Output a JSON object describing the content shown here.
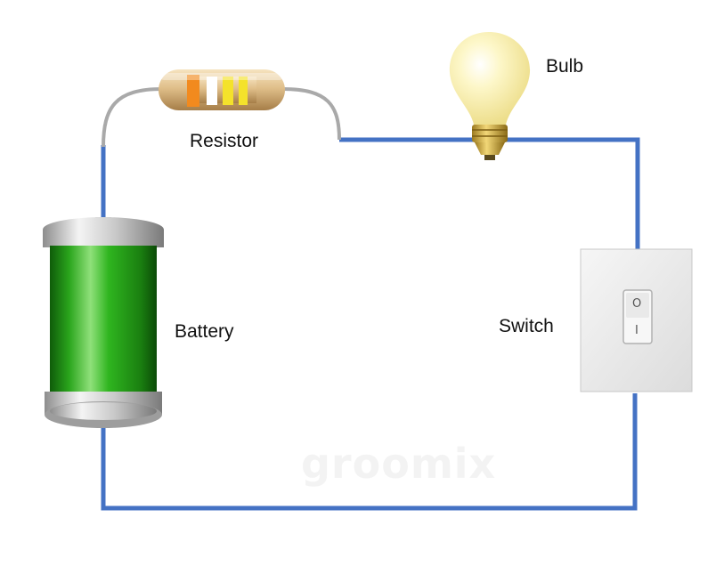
{
  "labels": {
    "bulb": "Bulb",
    "resistor": "Resistor",
    "battery": "Battery",
    "switch": "Switch"
  },
  "switch_symbols": {
    "off": "O",
    "on": "I"
  },
  "watermark": "groomix",
  "colors": {
    "wire": "#4472C4",
    "battery_green": "#2fa81f",
    "bulb_glow": "#fbf3b0",
    "resistor_body": "#e6c896",
    "switch_plate": "#eeeeee"
  },
  "icons": [
    "battery-icon",
    "resistor-icon",
    "light-bulb-icon",
    "switch-icon"
  ]
}
